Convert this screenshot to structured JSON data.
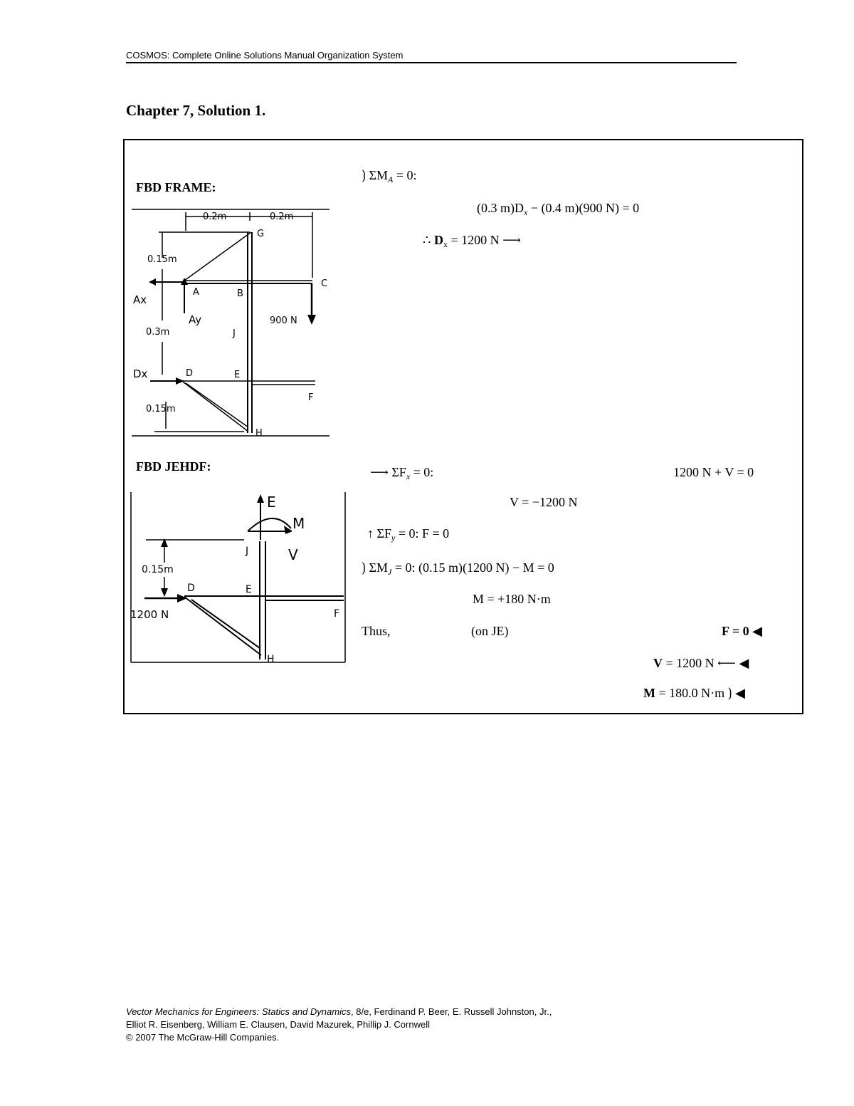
{
  "header": {
    "text": "COSMOS: Complete Online Solutions Manual Organization System"
  },
  "chapter_title": "Chapter 7, Solution 1.",
  "fbd_frame": {
    "label": "FBD FRAME:",
    "dim_top_left": "0.2m",
    "dim_top_right": "0.2m",
    "dim_015_top": "0.15m",
    "dim_03": "0.3m",
    "dim_015_bottom": "0.15m",
    "pt_G": "G",
    "pt_A": "A",
    "pt_B": "B",
    "pt_C": "C",
    "pt_J": "J",
    "pt_D": "D",
    "pt_E": "E",
    "pt_F": "F",
    "pt_H": "H",
    "Ax": "Ax",
    "Ay": "Ay",
    "Dx": "Dx",
    "load": "900 N"
  },
  "fbd_jehdf": {
    "label": "FBD JEHDF:",
    "E": "E",
    "M": "M",
    "V": "V",
    "J": "J",
    "dim": "0.15m",
    "D": "D",
    "E2": "E",
    "F": "F",
    "H": "H",
    "force": "1200 N"
  },
  "eqs": {
    "sumMA": "ΣM",
    "sumMA_sub": "A",
    "sumMA_rest": "= 0:",
    "eq1": "(0.3 m)D",
    "eq1_sub": "x",
    "eq1_rest": "− (0.4 m)(900 N) = 0",
    "therefore": "∴",
    "Dx_bold": "D",
    "Dx_sub": "x",
    "Dx_val": "= 1200 N",
    "sumFx": "ΣF",
    "sumFx_sub": "x",
    "sumFx_rest": "= 0:",
    "sumFx_right": "1200 N + V = 0",
    "V_eq": "V = −1200 N",
    "sumFy": "ΣF",
    "sumFy_sub": "y",
    "sumFy_rest": "= 0:   F = 0",
    "sumMJ": "ΣM",
    "sumMJ_sub": "J",
    "sumMJ_rest": "= 0:   (0.15 m)(1200 N) − M = 0",
    "M_eq": "M = +180 N·m",
    "thus": "Thus,",
    "on_je": "(on JE)",
    "F_res": "F = 0",
    "V_res_bold": "V",
    "V_res": "= 1200 N",
    "M_res_bold": "M",
    "M_res": "= 180.0 N·m"
  },
  "footer": {
    "line1_italic": "Vector Mechanics for Engineers: Statics and Dynamics",
    "line1_rest": ", 8/e, Ferdinand P. Beer, E. Russell Johnston, Jr.,",
    "line2": "Elliot R. Eisenberg, William E. Clausen, David Mazurek, Phillip J. Cornwell",
    "line3": "© 2007 The McGraw-Hill Companies."
  }
}
